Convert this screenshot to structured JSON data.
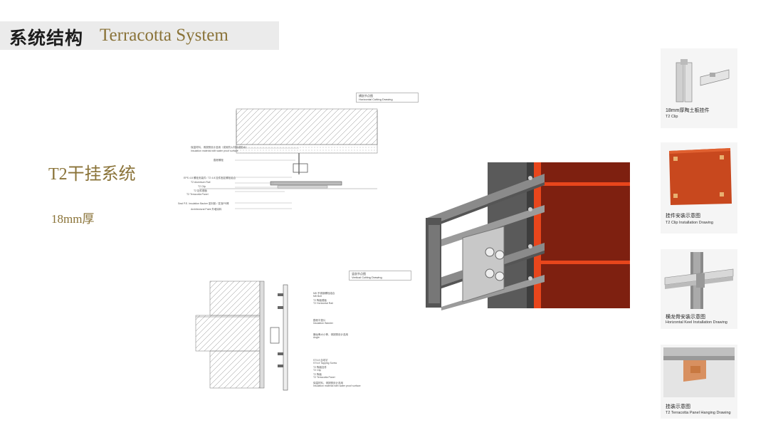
{
  "header": {
    "title_cn": "系统结构",
    "title_en": "Terracotta System"
  },
  "system": {
    "name": "T2干挂系统",
    "thickness": "18mm厚"
  },
  "drawings": {
    "horizontal": {
      "title_cn": "横剖节点图",
      "title_en": "Horizontal Cutting Drawing",
      "labels": [
        "保温材料，请按照设计选用（或用防火材料或防水）",
        "Insulation material with water proof surface",
        "膨胀螺栓",
        "EPS 4.8 螺栓安装件 / T2 4.8 挂件固定螺栓组合",
        "T2 Aluminum Rail",
        "T2 Clip",
        "T2 挂件槽板",
        "T2 Terracotta Panel",
        "Seal P.E. Insulation Backer  密封胶 / 发泡PE棒",
        "Architectural Paint  外墙涂料"
      ]
    },
    "vertical": {
      "title_cn": "竖剖节点图",
      "title_en": "Vertical Cutting Drawing",
      "labels": [
        "M8 不锈钢螺栓组合",
        "M8 Bolt",
        "T2 陶板槽板",
        "T2 Horizontal Rail",
        "膨胀平垫片",
        "Insulation Washer",
        "横龙骨大小等，请按照设计选用",
        "Angle",
        "ST4.8 自攻钉",
        "ST4.8 Tapping Screw",
        "T2 陶板挂件",
        "T2 Clip",
        "T2 陶板",
        "T2 Terracotta Panel",
        "保温材料，请按照设计选用",
        "Insulation material with water proof surface"
      ]
    }
  },
  "cards": [
    {
      "cn": "18mm厚陶土板挂件",
      "en": "T2 Clip"
    },
    {
      "cn": "挂件安装示意图",
      "en": "T2 Clip Installation Drawing"
    },
    {
      "cn": "横龙骨安装示意图",
      "en": "Horizontal Keel Installation Drawing"
    },
    {
      "cn": "挂装示意图",
      "en": "T2 Terracotta Panel Hanging Drawing"
    }
  ],
  "colors": {
    "accent_gold": "#8a7338",
    "terracotta": "#b5331a",
    "frame_gray": "#6e6e6e"
  }
}
